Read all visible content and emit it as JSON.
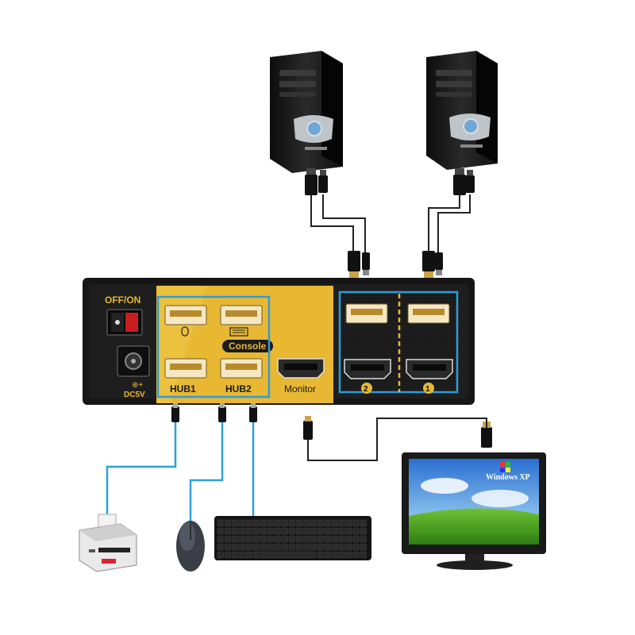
{
  "switch": {
    "power_label": "OFF/ON",
    "dc_label": "DC5V",
    "dc_polarity": "⊕+",
    "console_label": "Console",
    "hub1_label": "HUB1",
    "hub2_label": "HUB2",
    "monitor_label": "Monitor",
    "port_labels": [
      "2",
      "1"
    ]
  },
  "monitor_screen": {
    "os_label": "Windows XP"
  },
  "colors": {
    "panel_gold": "#e8b833",
    "highlight_blue": "#2e9bd6",
    "cable_blue": "#2aa3d8",
    "cable_black": "#222222",
    "device_black": "#1c1c1c"
  }
}
